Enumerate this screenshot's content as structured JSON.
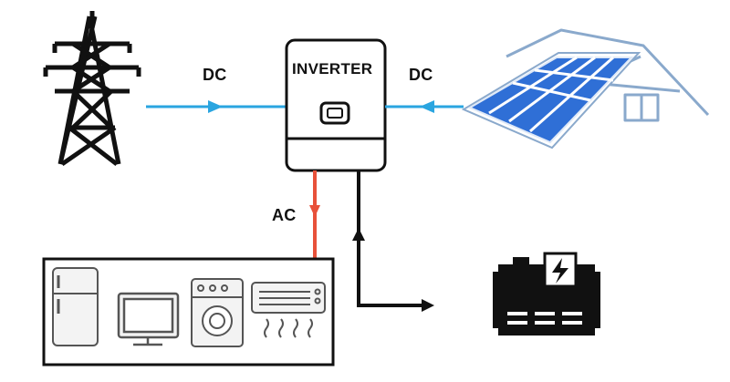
{
  "labels": {
    "inverter": "INVERTER",
    "dc_left": "DC",
    "dc_right": "DC",
    "ac": "AC"
  },
  "colors": {
    "dc_line": "#2aa5e0",
    "ac_line": "#e8513a",
    "generator_line": "#111111",
    "panel_blue": "#2f6fd6",
    "outline": "#111111"
  },
  "icons": {
    "pylon": "transmission-tower-icon",
    "panels": "solar-panels-icon",
    "house": "house-roof-icon",
    "inverter": "inverter-icon",
    "generator": "generator-icon",
    "appliances": [
      "refrigerator-icon",
      "television-icon",
      "washing-machine-icon",
      "air-conditioner-icon"
    ]
  }
}
